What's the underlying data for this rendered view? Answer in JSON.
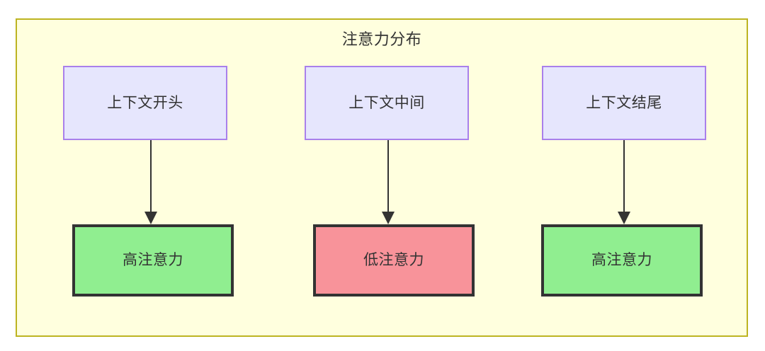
{
  "diagram": {
    "title": "注意力分布",
    "colors": {
      "container_fill": "#ffffde",
      "container_border": "#bdb421",
      "context_fill": "#e6e6fd",
      "context_border": "#a980eb",
      "high_attention_fill": "#90ee90",
      "low_attention_fill": "#f8939a",
      "node_border_dark": "#333333",
      "edge": "#333333",
      "text": "#333333"
    },
    "context_nodes": [
      {
        "id": "context-start",
        "label": "上下文开头"
      },
      {
        "id": "context-middle",
        "label": "上下文中间"
      },
      {
        "id": "context-end",
        "label": "上下文结尾"
      }
    ],
    "outcome_nodes": [
      {
        "id": "attention-high-start",
        "label": "高注意力",
        "level": "high"
      },
      {
        "id": "attention-low-middle",
        "label": "低注意力",
        "level": "low"
      },
      {
        "id": "attention-high-end",
        "label": "高注意力",
        "level": "high"
      }
    ],
    "edges": [
      {
        "from": "context-start",
        "to": "attention-high-start"
      },
      {
        "from": "context-middle",
        "to": "attention-low-middle"
      },
      {
        "from": "context-end",
        "to": "attention-high-end"
      }
    ]
  }
}
